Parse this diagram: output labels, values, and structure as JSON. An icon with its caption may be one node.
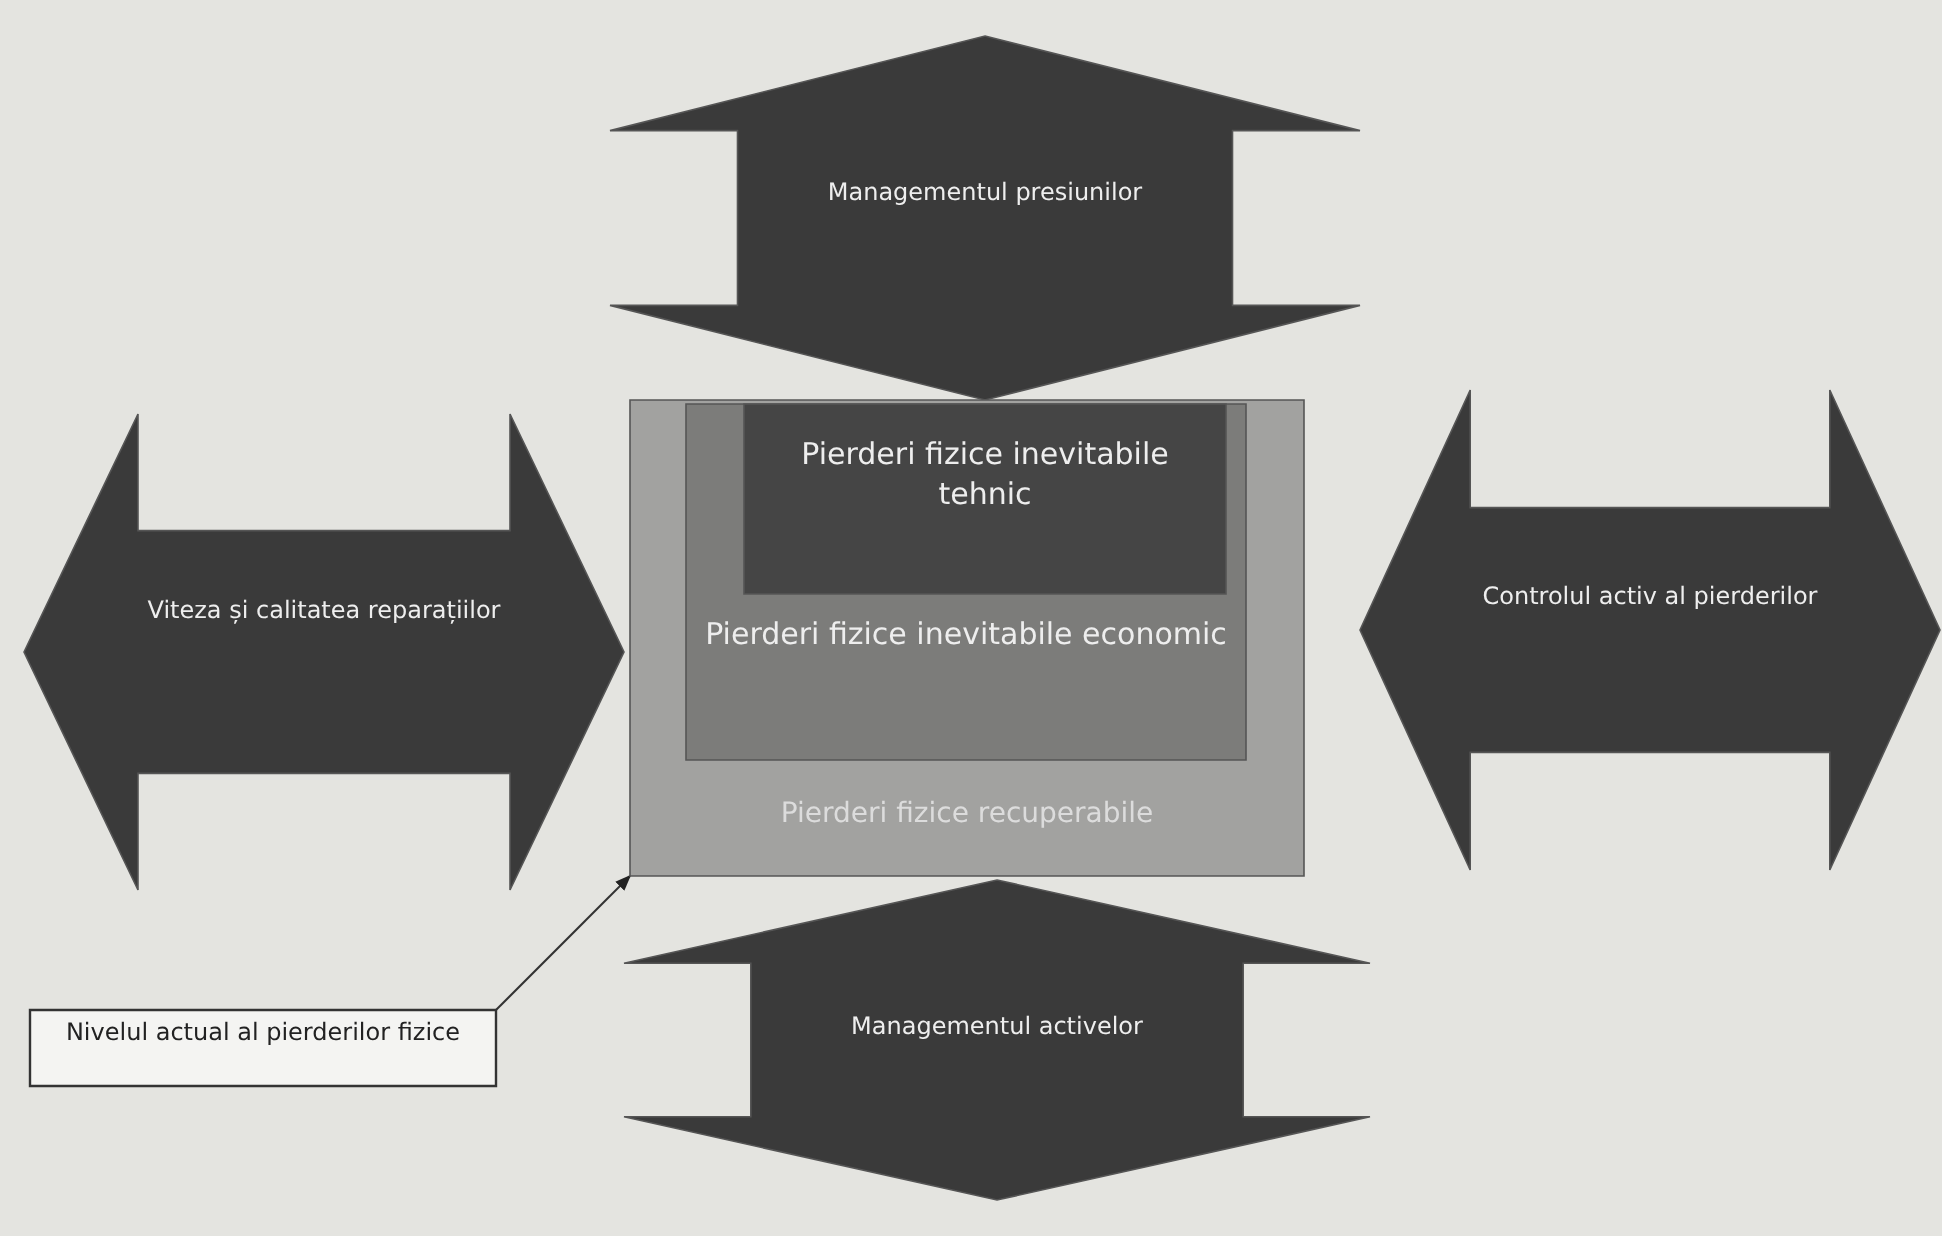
{
  "diagram": {
    "nodes": [
      {
        "text": [
          "Managementul presiunilor"
        ]
      },
      {
        "text": [
          "Viteza și calitatea reparațiilor"
        ]
      },
      {
        "text": [
          "Pierderi fizice recuperabile"
        ]
      },
      {
        "text": [
          "Pierderi fizice inevitabile economic"
        ],
        "in": 2
      },
      {
        "text": [
          "Pierderi fizice inevitabile tehnic"
        ],
        "in": 3
      },
      {
        "text": [
          "Controlul activ al pierderilor"
        ]
      },
      {
        "text": [
          "Managementul activelor"
        ]
      },
      {
        "text": [
          "Nivelul actual al pierderilor fizice"
        ]
      }
    ],
    "edges": [
      {
        "from": 7,
        "to": 2,
        "arrow": "to"
      }
    ]
  }
}
